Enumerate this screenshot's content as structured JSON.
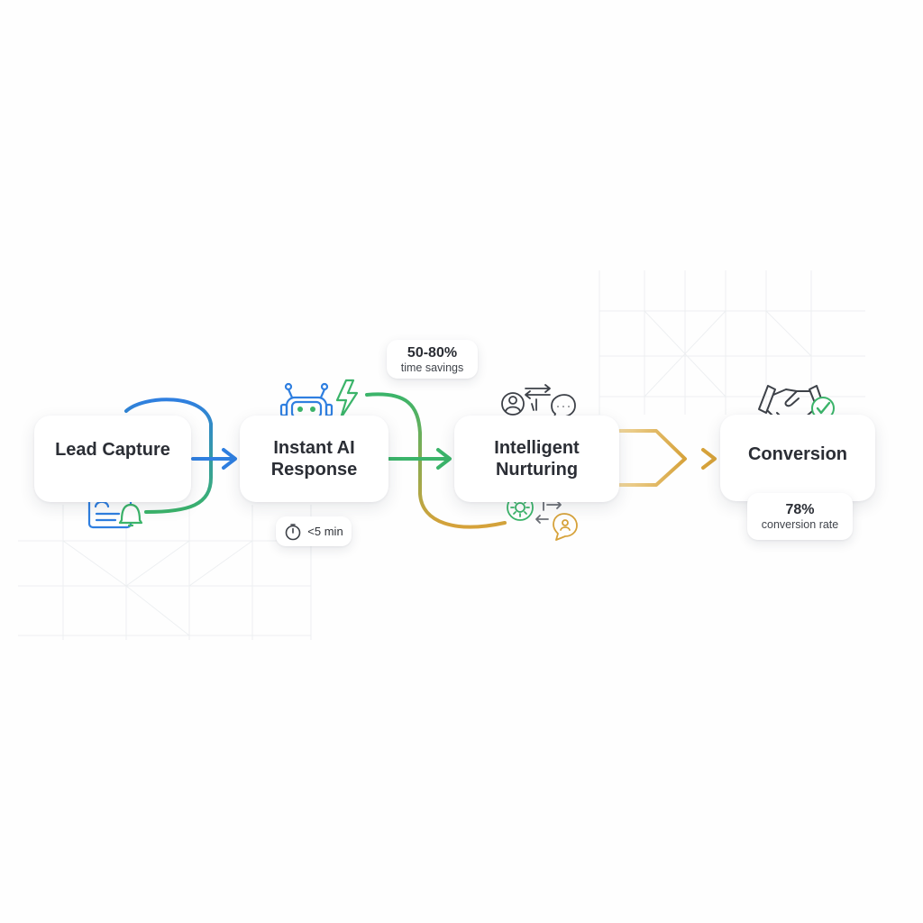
{
  "diagram": {
    "stages": [
      {
        "label": "Lead Capture",
        "icon": "form-bell-icon"
      },
      {
        "label": "Instant AI\nResponse",
        "icon": "robot-lightning-icon"
      },
      {
        "label": "Intelligent\nNurturing",
        "icon": "people-chat-gear-icon"
      },
      {
        "label": "Conversion",
        "icon": "handshake-check-icon"
      }
    ],
    "metrics": {
      "response_time": {
        "value": "<5 min",
        "icon": "stopwatch-icon"
      },
      "time_savings": {
        "value": "50-80%",
        "caption": "time savings"
      },
      "conversion": {
        "value": "78%",
        "caption": "conversion rate"
      }
    }
  },
  "colors": {
    "blue": "#2f7fe0",
    "green": "#3bb46a",
    "gold": "#d6a23a",
    "text": "#2b2e35"
  }
}
